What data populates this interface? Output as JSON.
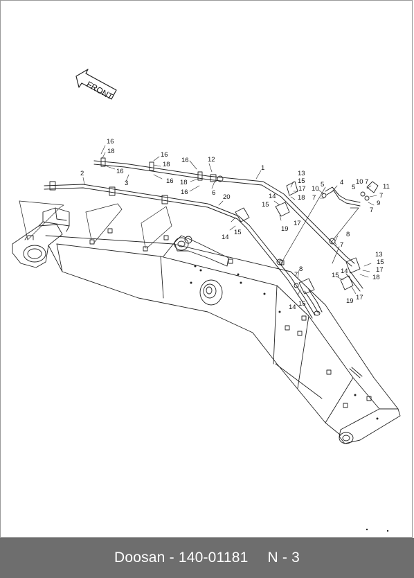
{
  "front_label": "FRONT",
  "footer": {
    "title": "Doosan - 140-01181",
    "code": "N - 3"
  },
  "callouts": {
    "c1": "1",
    "c2": "2",
    "c3": "3",
    "c4": "4",
    "c5a": "5",
    "c5b": "5",
    "c6": "6",
    "c7a": "7",
    "c7b": "7",
    "c7c": "7",
    "c7d": "7",
    "c7e": "7",
    "c7f": "7",
    "c8a": "8",
    "c8b": "8",
    "c9": "9",
    "c10a": "10",
    "c10b": "10",
    "c11": "11",
    "c12": "12",
    "c13a": "13",
    "c13b": "13",
    "c14a": "14",
    "c14b": "14",
    "c14c": "14",
    "c14d": "14",
    "c15a": "15",
    "c15b": "15",
    "c15c": "15",
    "c15d": "15",
    "c15e": "15",
    "c15f": "15",
    "c16a": "16",
    "c16b": "16",
    "c16c": "16",
    "c16d": "16",
    "c16e": "16",
    "c16f": "16",
    "c17a": "17",
    "c17b": "17",
    "c17c": "17",
    "c17d": "17",
    "c18a": "18",
    "c18b": "18",
    "c18c": "18",
    "c18d": "18",
    "c18e": "18",
    "c19a": "19",
    "c19b": "19",
    "c20": "20"
  }
}
